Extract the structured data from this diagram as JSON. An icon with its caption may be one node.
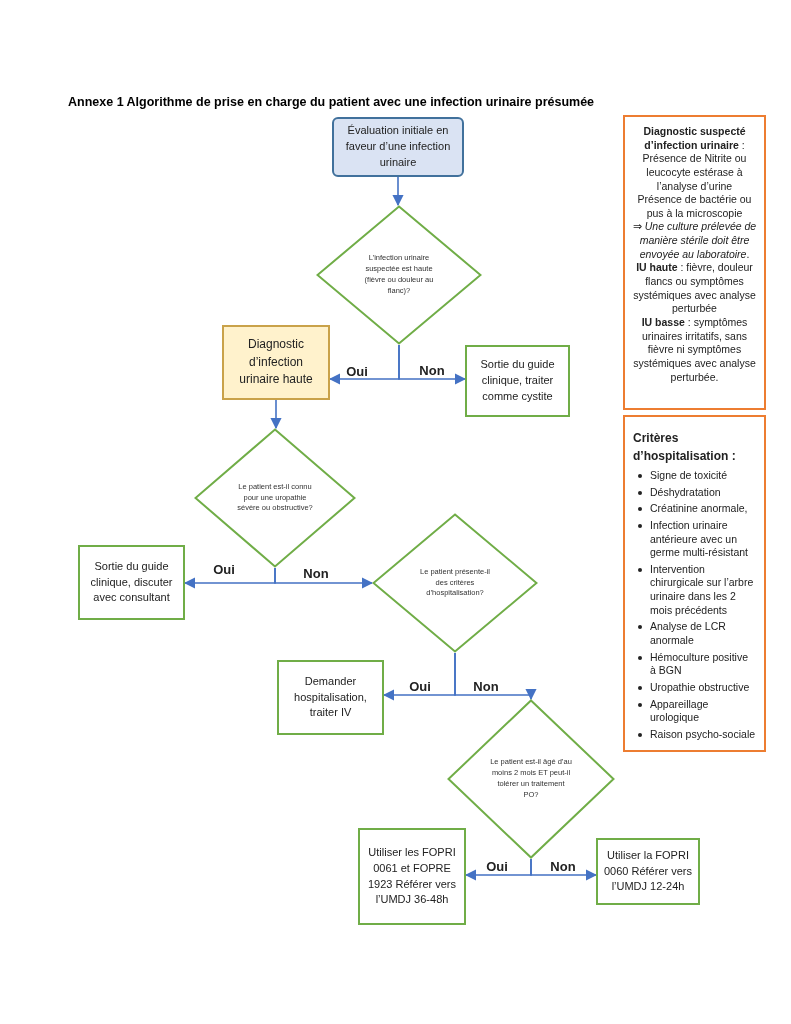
{
  "diagram": {
    "title": "Annexe 1 Algorithme de prise en charge du patient avec une infection urinaire présumée",
    "nodes": [
      {
        "text": [
          "Évaluation initiale en faveur d’une infection urinaire"
        ]
      },
      {
        "text": [
          "L’infection urinaire suspectée est haute (fièvre ou douleur au flanc)?"
        ]
      },
      {
        "text": [
          "Diagnostic d’infection urinaire haute"
        ]
      },
      {
        "text": [
          "Sortie du guide clinique, traiter comme cystite"
        ]
      },
      {
        "text": [
          "Le patient est-il connu pour une uropathie sévère ou obstructive?"
        ]
      },
      {
        "text": [
          "Sortie du guide clinique, discuter avec consultant"
        ]
      },
      {
        "text": [
          "Le patient présente-il des critères d’hospitalisation?"
        ]
      },
      {
        "text": [
          "Demander hospitalisation, traiter IV"
        ]
      },
      {
        "text": [
          "Le patient est-il âgé d’au moins 2 mois ET peut-il tolérer un traitement PO?"
        ]
      },
      {
        "text": [
          "Utiliser les FOPRI 0061 et FOPRE 1923 Référer vers l’UMDJ 36-48h"
        ]
      },
      {
        "text": [
          "Utiliser la FOPRI 0060 Référer vers l’UMDJ 12-24h"
        ]
      },
      {
        "text": [
          "**Diagnostic suspecté d’infection urinaire** :",
          "Présence de Nitrite ou leucocyte estérase à l’analyse d’urine",
          "Présence de bactérie ou pus à la microscopie",
          "⇒ *Une culture prélevée de manière stérile doit être envoyée au laboratoire*.",
          "**IU haute** : fièvre, douleur flancs ou symptômes systémiques avec analyse perturbée",
          "**IU basse** : symptômes urinaires irritatifs, sans fièvre ni symptômes systémiques avec analyse perturbée."
        ]
      },
      {
        "text": [
          "Critères d’hospitalisation :",
          "Signe de toxicité",
          "Déshydratation",
          "Créatinine anormale,",
          "Infection urinaire antérieure avec un germe multi-résistant",
          "Intervention chirurgicale sur l’arbre urinaire dans les 2 mois précédents",
          "Analyse de LCR anormale",
          "Hémoculture positive à BGN",
          "Uropathie obstructive",
          "Appareillage urologique",
          "Raison psycho-sociale"
        ]
      }
    ],
    "edges": [
      {
        "from": 0,
        "to": 1,
        "arrow": "to"
      },
      {
        "from": 1,
        "to": 2,
        "arrow": "to",
        "label": "Oui"
      },
      {
        "from": 1,
        "to": 3,
        "arrow": "to",
        "label": "Non"
      },
      {
        "from": 2,
        "to": 4,
        "arrow": "to"
      },
      {
        "from": 4,
        "to": 5,
        "arrow": "to",
        "label": "Oui"
      },
      {
        "from": 4,
        "to": 6,
        "arrow": "to",
        "label": "Non"
      },
      {
        "from": 6,
        "to": 7,
        "arrow": "to",
        "label": "Oui"
      },
      {
        "from": 6,
        "to": 8,
        "arrow": "to",
        "label": "Non"
      },
      {
        "from": 8,
        "to": 9,
        "arrow": "to",
        "label": "Oui"
      },
      {
        "from": 8,
        "to": 10,
        "arrow": "to",
        "label": "Non"
      }
    ]
  }
}
